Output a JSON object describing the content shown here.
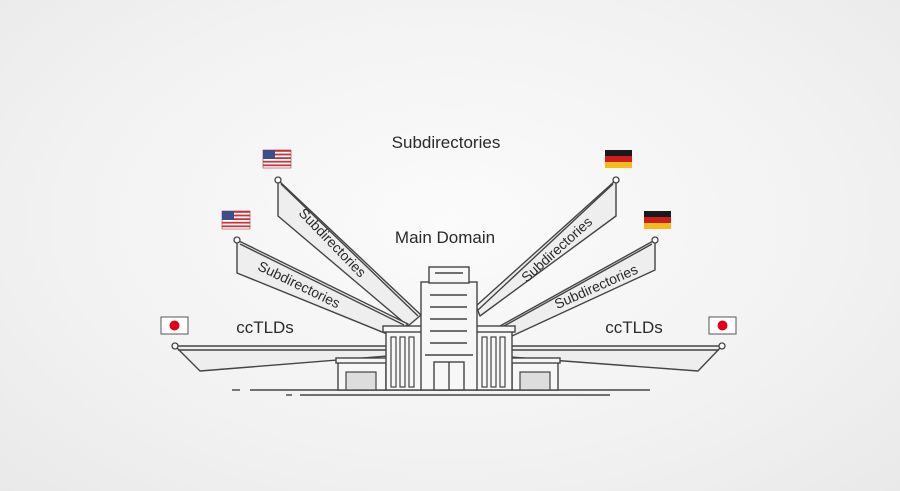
{
  "labels": {
    "top": "Subdirectories",
    "main_domain": "Main Domain",
    "cctld_left": "ccTLDs",
    "cctld_right": "ccTLDs"
  },
  "banners": {
    "left_upper": "Subdirectories",
    "left_lower": "Subdirectories",
    "right_upper": "Subdirectories",
    "right_lower": "Subdirectories"
  },
  "flags": {
    "us": [
      "us-flag",
      "us-flag"
    ],
    "germany": [
      "germany-flag",
      "germany-flag"
    ],
    "japan": [
      "japan-flag",
      "japan-flag"
    ]
  },
  "colors": {
    "us_red": "#c8323c",
    "us_blue": "#3a4f8c",
    "de_black": "#1a1a1a",
    "de_red": "#d01c1c",
    "de_gold": "#f2bd1c",
    "jp_red": "#e0001a"
  }
}
